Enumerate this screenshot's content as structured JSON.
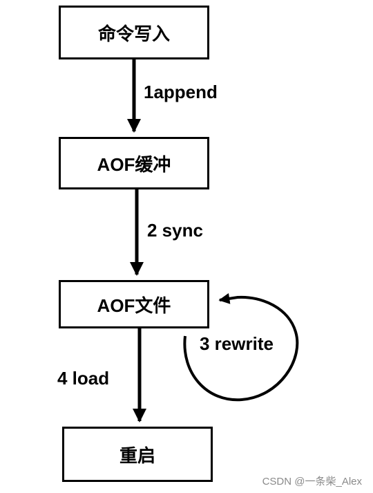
{
  "nodes": [
    {
      "id": "cmd",
      "label": "命令写入"
    },
    {
      "id": "buffer",
      "label": "AOF缓冲"
    },
    {
      "id": "file",
      "label": "AOF文件"
    },
    {
      "id": "restart",
      "label": "重启"
    }
  ],
  "edges": [
    {
      "from": "cmd",
      "to": "buffer",
      "label": "1append"
    },
    {
      "from": "buffer",
      "to": "file",
      "label": "2 sync"
    },
    {
      "from": "file",
      "to": "file",
      "label": "3 rewrite"
    },
    {
      "from": "file",
      "to": "restart",
      "label": "4 load"
    }
  ],
  "watermark": "CSDN @一条柴_Alex"
}
